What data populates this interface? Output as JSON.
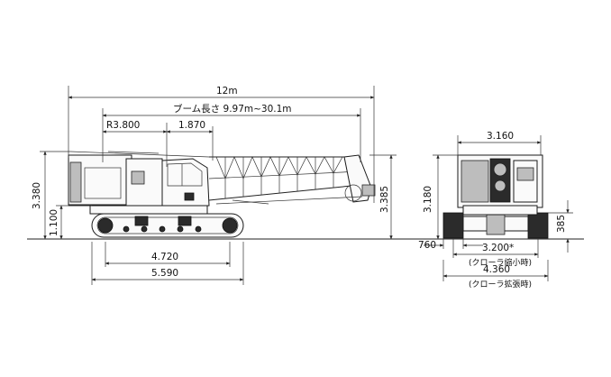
{
  "side_view": {
    "overall_length": "12m",
    "boom_length": "ブーム長さ 9.97m~30.1m",
    "tail_radius": "R3.800",
    "pivot_offset": "1.870",
    "height_left": "3.380",
    "ground_clearance_height": "1.100",
    "height_right": "3.385",
    "track_length": "4.720",
    "overall_base_length": "5.590"
  },
  "rear_view": {
    "cab_width": "3.160",
    "height": "3.180",
    "track_height": "385",
    "shoe_width": "760",
    "retracted_width": "3.200*",
    "retracted_label": "(クローラ縮小時)",
    "extended_width": "4.360",
    "extended_label": "(クローラ拡張時)"
  }
}
